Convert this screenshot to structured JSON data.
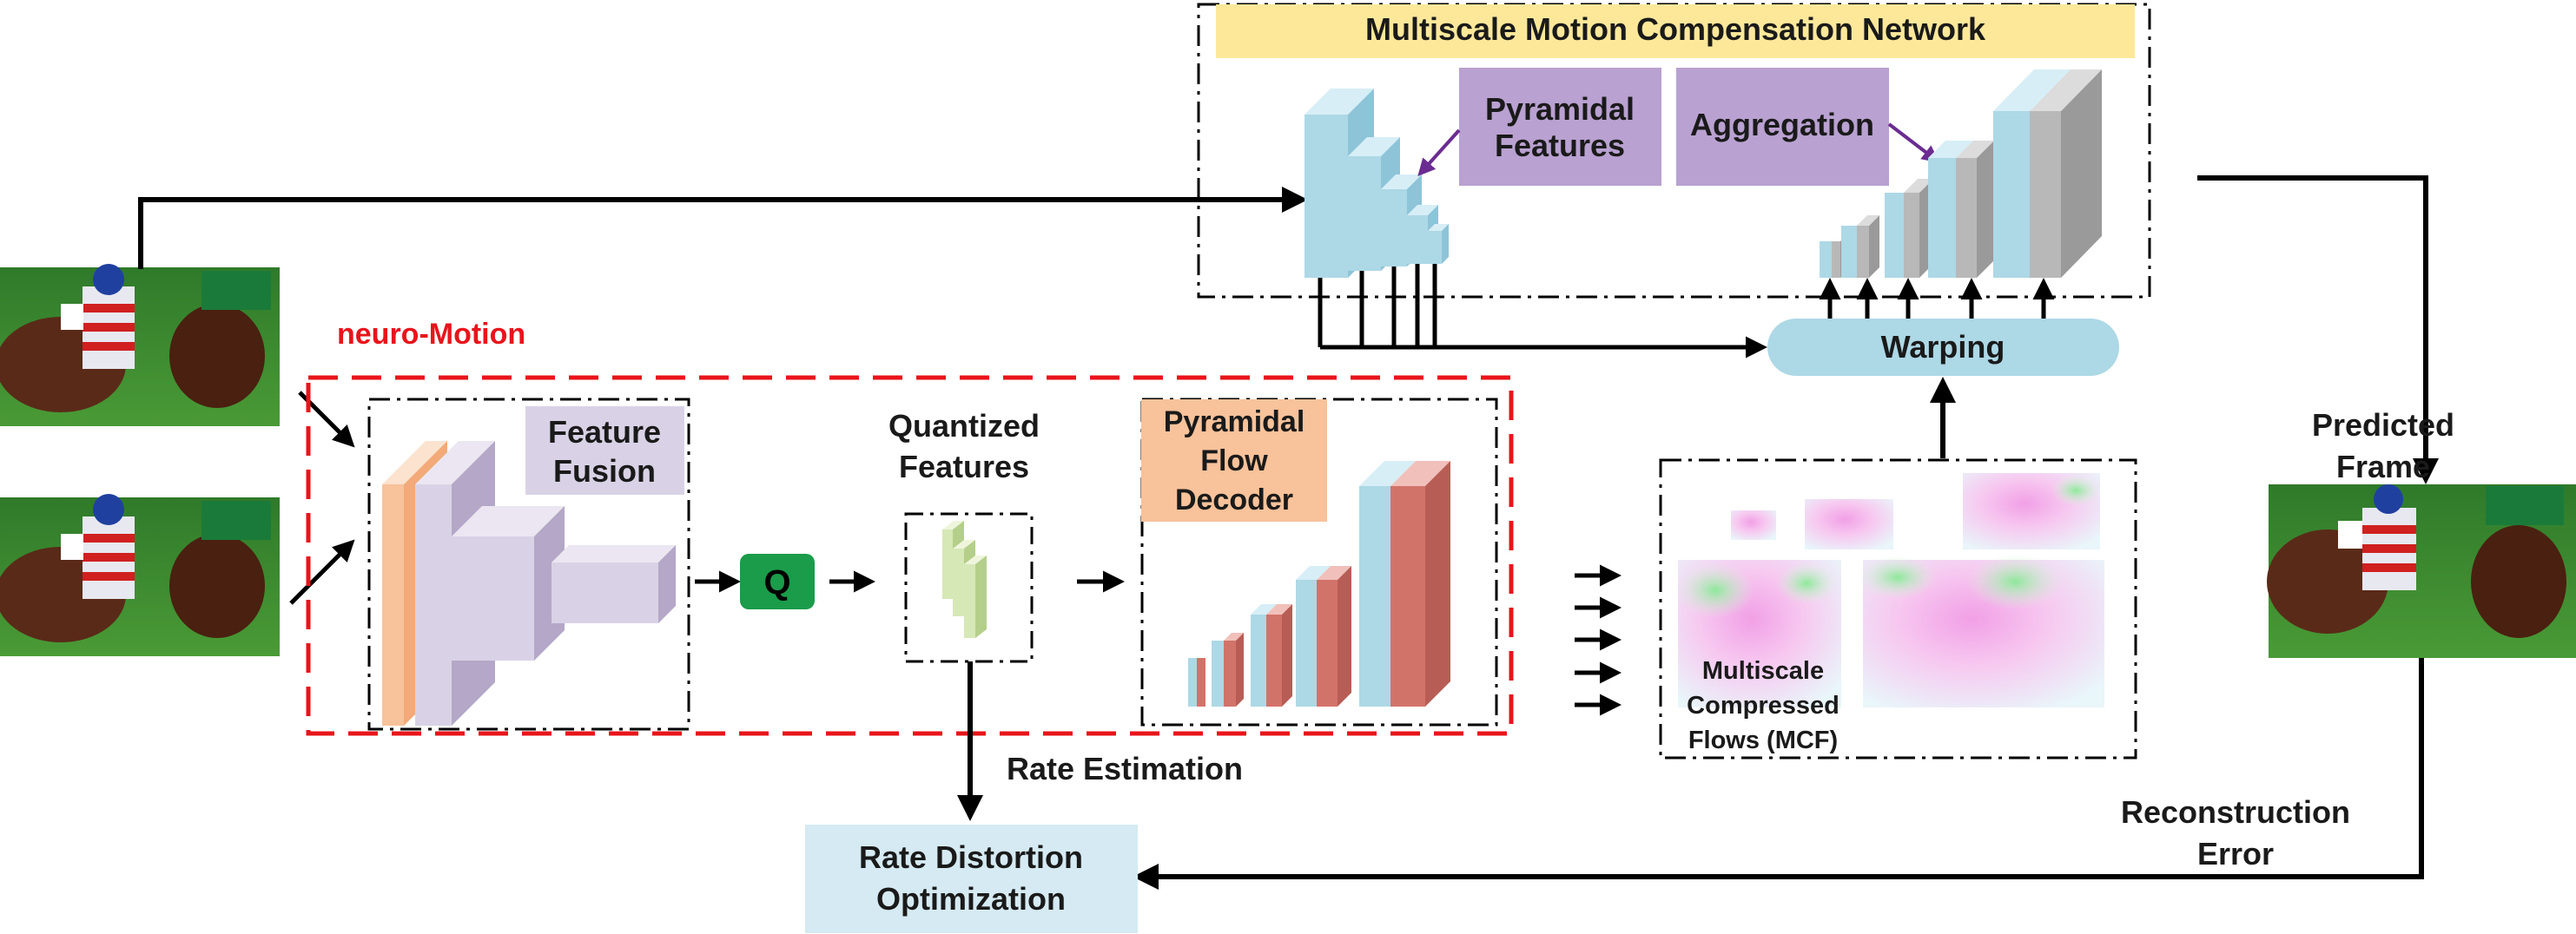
{
  "mcn": {
    "title": "Multiscale  Motion Compensation Network"
  },
  "pyramidal_features": {
    "line1": "Pyramidal",
    "line2": "Features"
  },
  "aggregation": {
    "label": "Aggregation"
  },
  "warping": {
    "label": "Warping"
  },
  "neuro_motion": {
    "label": "neuro-Motion"
  },
  "feature_fusion": {
    "line1": "Feature",
    "line2": "Fusion"
  },
  "quantizer": {
    "label": "Q"
  },
  "quantized_features": {
    "line1": "Quantized",
    "line2": "Features"
  },
  "flow_decoder": {
    "line1": "Pyramidal",
    "line2": "Flow",
    "line3": "Decoder"
  },
  "mcf": {
    "line1": "Multiscale",
    "line2": "Compressed",
    "line3": "Flows (MCF)"
  },
  "predicted_frame": {
    "line1": "Predicted",
    "line2": "Frame"
  },
  "rate_estimation": {
    "label": "Rate Estimation"
  },
  "rdo": {
    "line1": "Rate Distortion",
    "line2": "Optimization"
  },
  "reconstruction_error": {
    "line1": "Reconstruction",
    "line2": "Error"
  },
  "colors": {
    "mcn_title_bg": "#fde89a",
    "purple_box": "#b9a1d1",
    "warping_bg": "#add8e6",
    "fusion_label_bg": "#d9d2e6",
    "decoder_label_bg": "#f8c29a",
    "rdo_bg": "#d5eaf2",
    "q_green": "#1a9c4a",
    "neuro_red": "#e8141b",
    "arrow_purple": "#6a2c91"
  }
}
